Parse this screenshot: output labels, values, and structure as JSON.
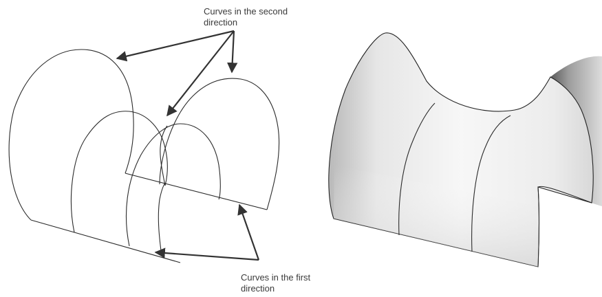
{
  "annotations": {
    "second_direction": {
      "line1": "Curves in the second",
      "line2": "direction"
    },
    "first_direction": {
      "line1": "Curves in the first",
      "line2": "direction"
    }
  },
  "colors": {
    "line": "#2a2a2a",
    "arrow": "#333333",
    "surface_light": "#f4f4f4",
    "surface_dark": "#7a7a7a"
  }
}
